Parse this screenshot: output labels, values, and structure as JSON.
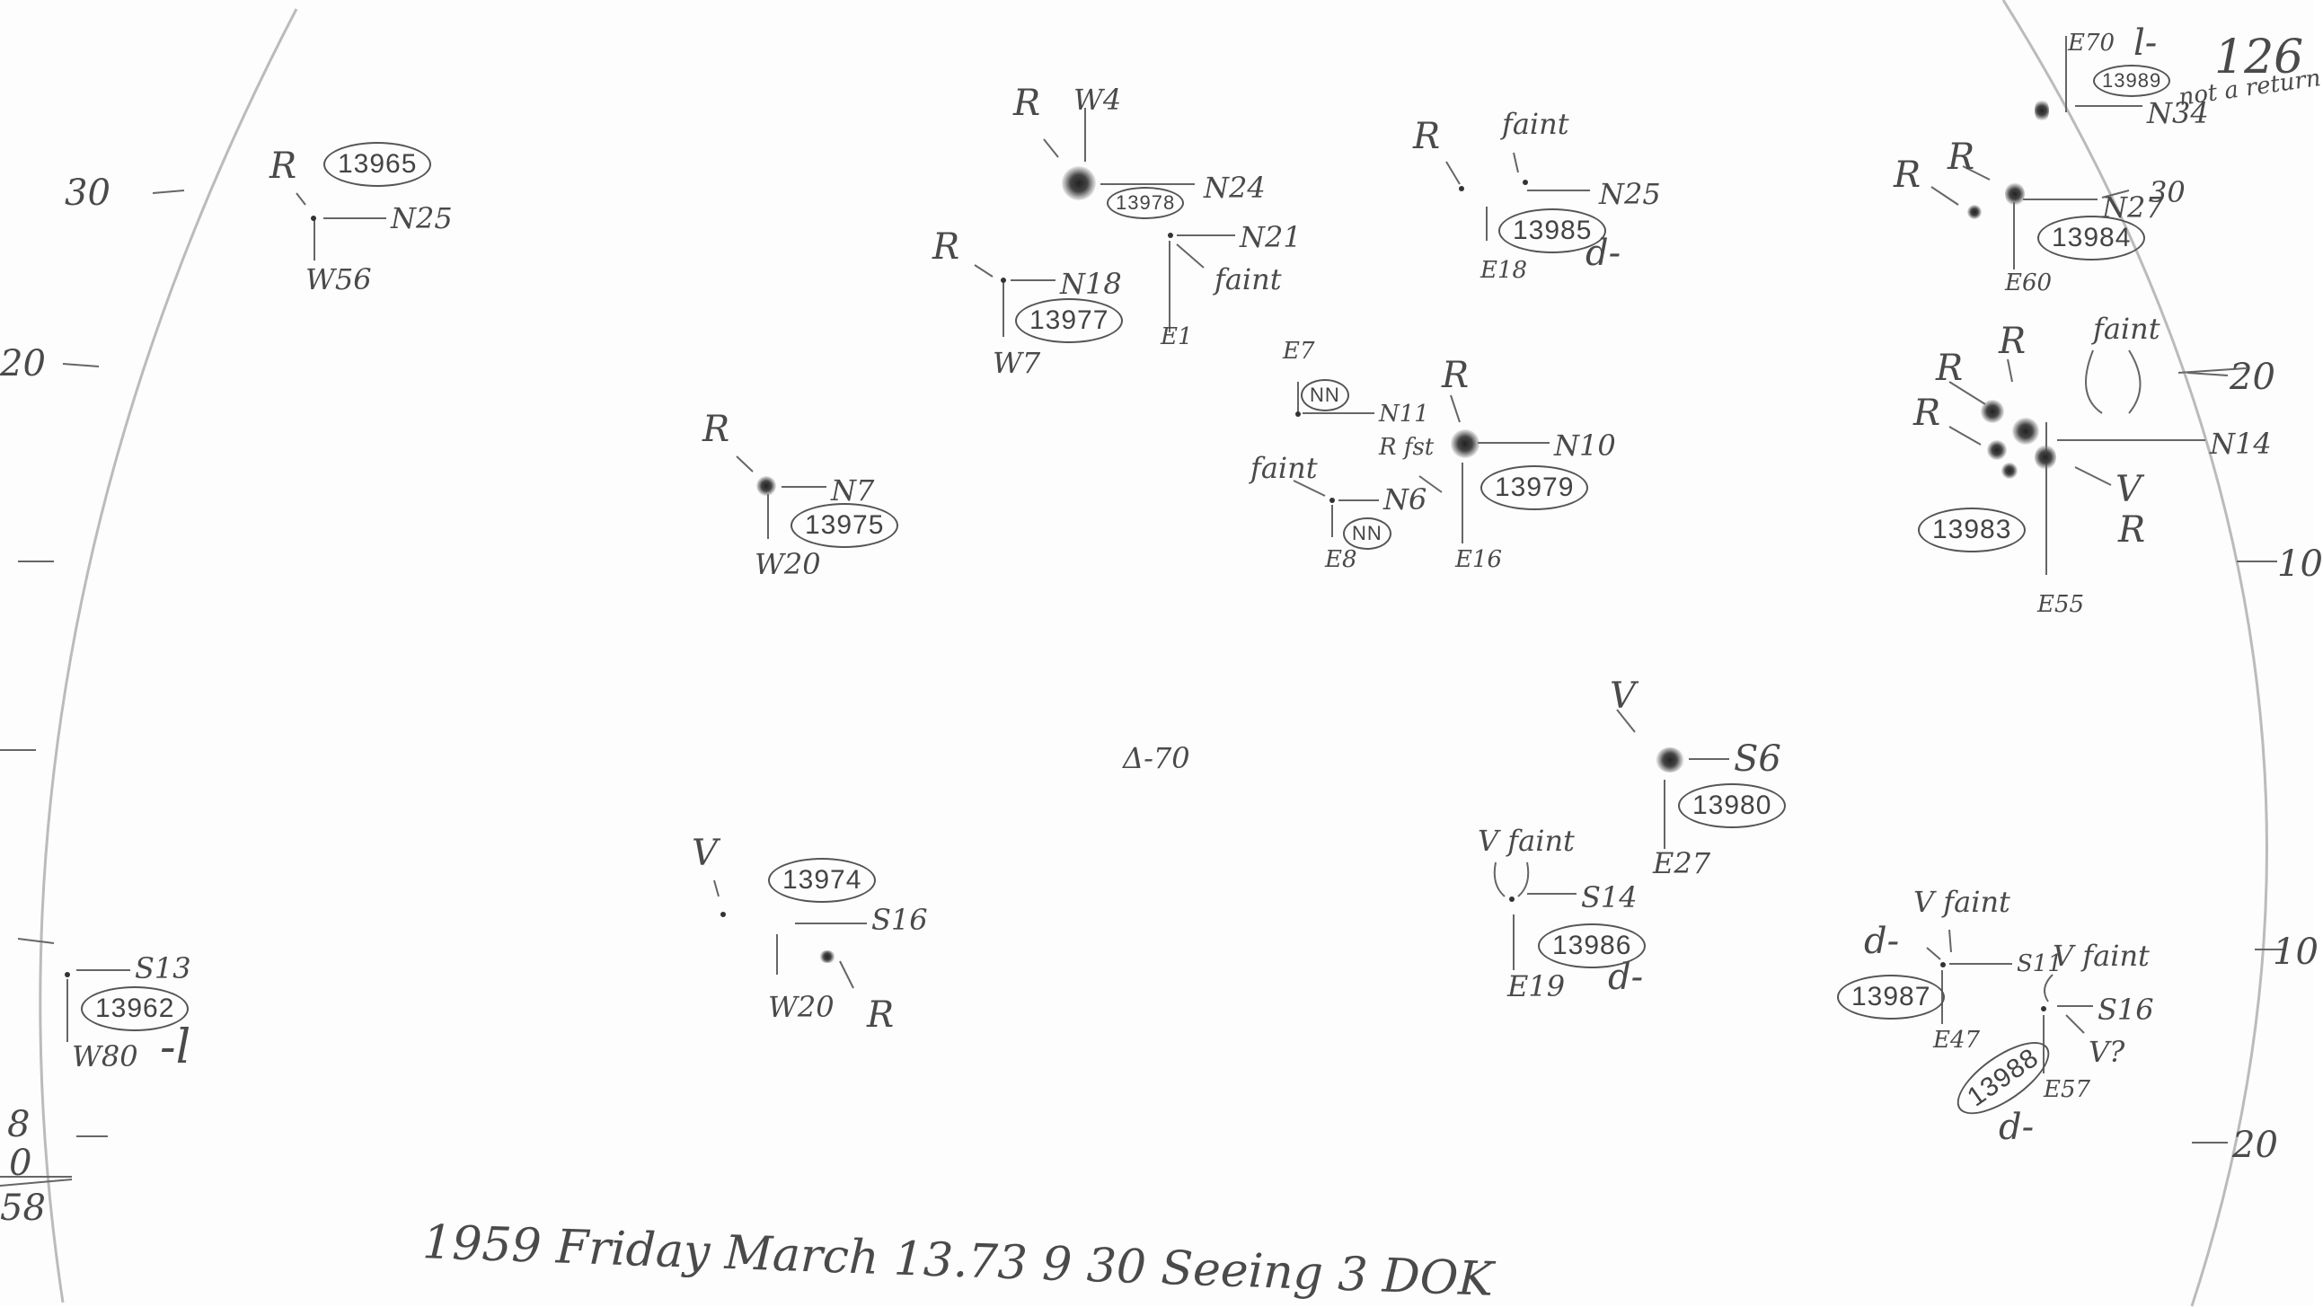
{
  "footer": {
    "caption": "1959 Friday March 13.73 9 30 Seeing 3 DOK"
  },
  "page_number": "126",
  "groups": [
    {
      "number": "13965",
      "marks": [
        "R",
        "N25",
        "W56"
      ]
    },
    {
      "number": "13978",
      "marks": [
        "R",
        "W4",
        "N24"
      ]
    },
    {
      "number": "13977",
      "marks": [
        "R",
        "N18",
        "W7"
      ]
    },
    {
      "number": "",
      "marks": [
        "N21",
        "faint",
        "E1"
      ]
    },
    {
      "number": "13985",
      "marks": [
        "R",
        "faint",
        "N25",
        "E18",
        "d-"
      ]
    },
    {
      "number": "13984",
      "marks": [
        "R",
        "R",
        "N27",
        "30",
        "E60"
      ]
    },
    {
      "number": "13989",
      "marks": [
        "E70",
        "l-",
        "N34",
        "not a return"
      ]
    },
    {
      "number": "13975",
      "marks": [
        "R",
        "N7",
        "W20"
      ]
    },
    {
      "number": "NN",
      "marks": [
        "E7",
        "N11"
      ]
    },
    {
      "number": "NN",
      "marks": [
        "faint",
        "N6",
        "E8"
      ]
    },
    {
      "number": "13979",
      "marks": [
        "R",
        "R fst",
        "N10",
        "E16"
      ]
    },
    {
      "number": "13983",
      "marks": [
        "R",
        "R",
        "R",
        "faint",
        "N14",
        "V",
        "R",
        "E55"
      ]
    },
    {
      "number": "13980",
      "marks": [
        "V",
        "S6",
        "E27"
      ]
    },
    {
      "number": "13974",
      "marks": [
        "V",
        "S16",
        "W20",
        "R"
      ]
    },
    {
      "number": "13986",
      "marks": [
        "V faint",
        "S14",
        "E19",
        "d-"
      ]
    },
    {
      "number": "13962",
      "marks": [
        "S13",
        "W80",
        "-l"
      ]
    },
    {
      "number": "13987",
      "marks": [
        "V faint",
        "d-",
        "S11",
        "E47"
      ]
    },
    {
      "number": "13988",
      "marks": [
        "V faint",
        "S16",
        "V?",
        "E57",
        "d-"
      ]
    }
  ],
  "misc": {
    "triangle_mark": "Δ-70",
    "left_margin": [
      "30",
      "20",
      "8",
      "0",
      "58"
    ],
    "right_margin": [
      "20",
      "10",
      "10",
      "20"
    ]
  }
}
